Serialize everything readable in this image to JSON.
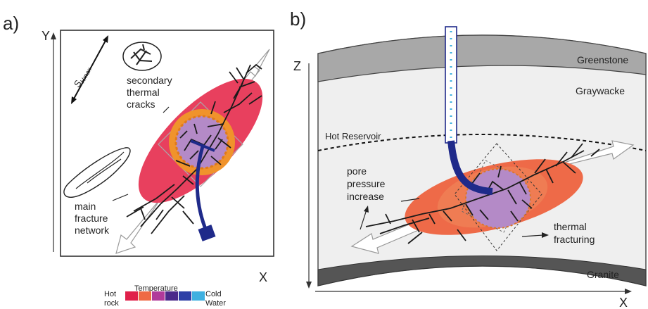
{
  "panel_a": {
    "label": "a)",
    "y_axis": "Y",
    "x_axis": "X",
    "stress_label": "S",
    "stress_sub": "Hmax",
    "secondary_label": [
      "secondary",
      "thermal",
      "cracks"
    ],
    "main_label": [
      "main",
      "fracture",
      "network"
    ]
  },
  "panel_b": {
    "label": "b)",
    "z_axis": "Z",
    "x_axis": "X",
    "greenstone": "Greenstone",
    "graywacke": "Graywacke",
    "hot_reservoir": "Hot Reservoir",
    "pore_label": [
      "pore",
      "pressure",
      "increase"
    ],
    "thermal_label": [
      "thermal",
      "fracturing"
    ],
    "granite": "Granite"
  },
  "legend": {
    "title": "Temperature",
    "hot_label": [
      "Hot",
      "rock"
    ],
    "cold_label": [
      "Cold",
      "Water"
    ],
    "colors": [
      "#e0204a",
      "#ef6a45",
      "#b13a9a",
      "#4a2a8a",
      "#2d3fa6",
      "#3fb0e0"
    ]
  },
  "colors": {
    "ellipse_a": "#e8405e",
    "ring": "#f0932b",
    "core": "#b48ac7",
    "ellipse_b": "#ee6a48",
    "greenstone": "#a8a8a8",
    "graywacke": "#efefef",
    "granite": "#555555",
    "injector": "#1f2a8a"
  }
}
